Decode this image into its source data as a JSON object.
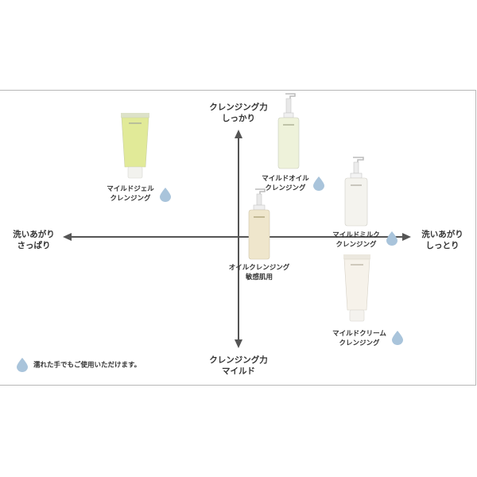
{
  "axis": {
    "top": [
      "クレンジング力",
      "しっかり"
    ],
    "bottom": [
      "クレンジング力",
      "マイルド"
    ],
    "left": [
      "洗いあがり",
      "さっぱり"
    ],
    "right": [
      "洗いあがり",
      "しっとり"
    ]
  },
  "products": [
    {
      "name": [
        "マイルドジェル",
        "クレンジング"
      ],
      "wet_ok": true,
      "package": "tube",
      "color": "#e4ec9e"
    },
    {
      "name": [
        "マイルドオイル",
        "クレンジング"
      ],
      "wet_ok": true,
      "package": "pump-bottle",
      "color": "#eef2da"
    },
    {
      "name": [
        "マイルドミルク",
        "クレンジング"
      ],
      "wet_ok": true,
      "package": "pump-bottle",
      "color": "#f4f3ee"
    },
    {
      "name": [
        "オイルクレンジング",
        "敏感肌用"
      ],
      "wet_ok": false,
      "package": "pump-bottle",
      "color": "#efe6cc"
    },
    {
      "name": [
        "マイルドクリーム",
        "クレンジング"
      ],
      "wet_ok": true,
      "package": "tube",
      "color": "#f6f2ea"
    }
  ],
  "note": "濡れた手でもご使用いただけます。",
  "colors": {
    "arrow": "#555555",
    "drop": "#a9c4db",
    "frame": "#b8b8b8"
  }
}
